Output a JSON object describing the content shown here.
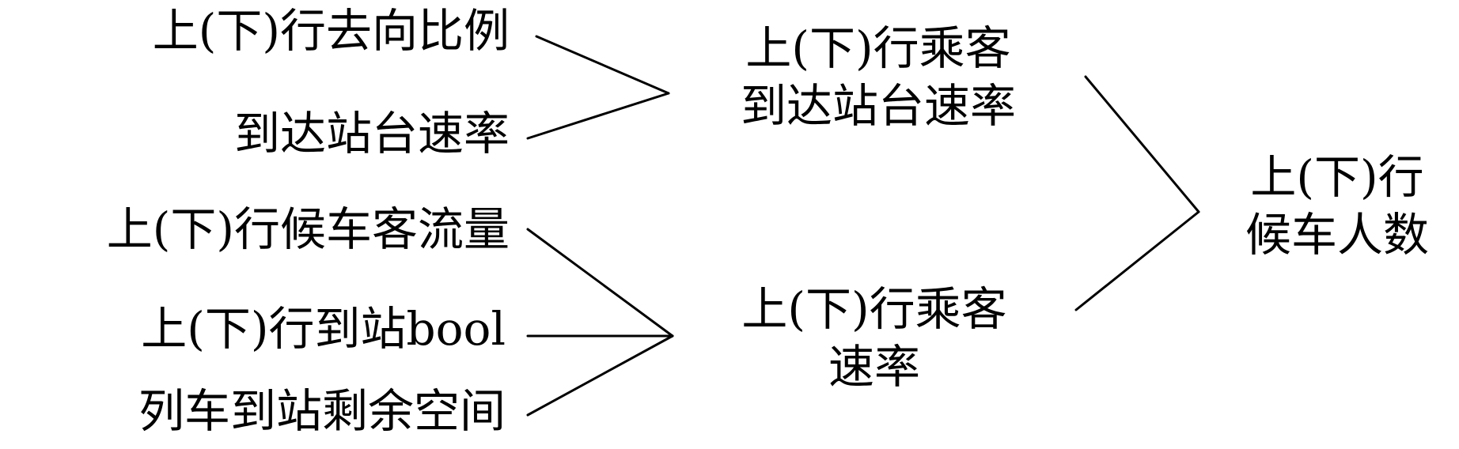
{
  "inputs": [
    "上(下)行去向比例",
    "到达站台速率",
    "上(下)行候车客流量",
    "上(下)行到站bool",
    "列车到站剩余空间"
  ],
  "middle": [
    {
      "line1": "上(下)行乘客",
      "line2": "到达站台速率"
    },
    {
      "line1": "上(下)行乘客",
      "line2": "速率"
    }
  ],
  "output": {
    "line1": "上(下)行",
    "line2": "候车人数"
  }
}
